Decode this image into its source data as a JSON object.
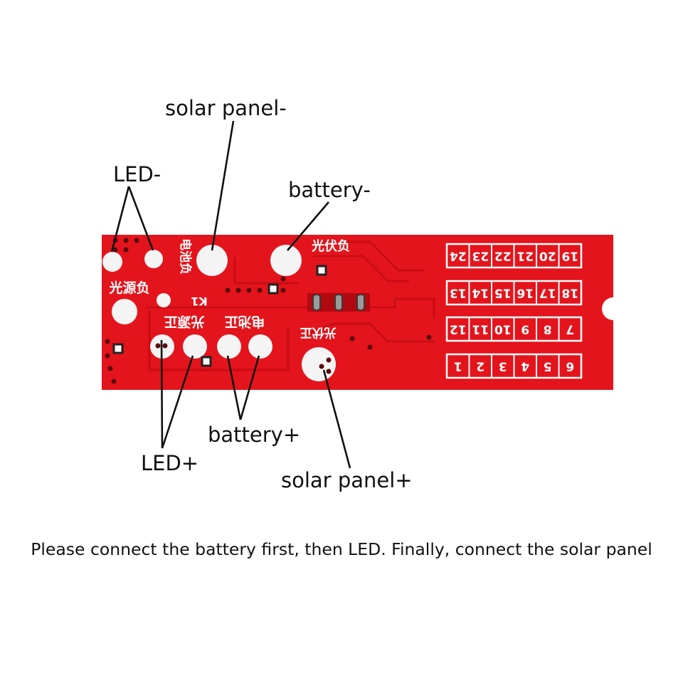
{
  "board": {
    "color": "#e4141c",
    "trace_color": "#c80d14",
    "silkscreen_color": "#ffffff",
    "pad_color": "#f4f4f4",
    "silk_labels": {
      "led_negative": "光源负",
      "battery_negative": "电池负",
      "solar_negative": "光伏负",
      "led_positive": "光源正",
      "battery_positive": "电池正",
      "solar_positive": "光伏正",
      "component_ref": "K1"
    },
    "number_grid": [
      [
        "19",
        "20",
        "21",
        "22",
        "23",
        "24"
      ],
      [
        "18",
        "17",
        "16",
        "15",
        "14",
        "13"
      ],
      [
        "7",
        "8",
        "9",
        "10",
        "11",
        "12"
      ],
      [
        "6",
        "5",
        "4",
        "3",
        "2",
        "1"
      ]
    ]
  },
  "callouts": {
    "solar_negative": "solar panel-",
    "led_negative": "LED-",
    "battery_negative": "battery-",
    "battery_positive": "battery+",
    "led_positive": "LED+",
    "solar_positive": "solar panel+"
  },
  "footer_note": "Please connect the battery first, then LED. Finally, connect the solar panel",
  "colors": {
    "text": "#111111",
    "background": "#ffffff"
  }
}
